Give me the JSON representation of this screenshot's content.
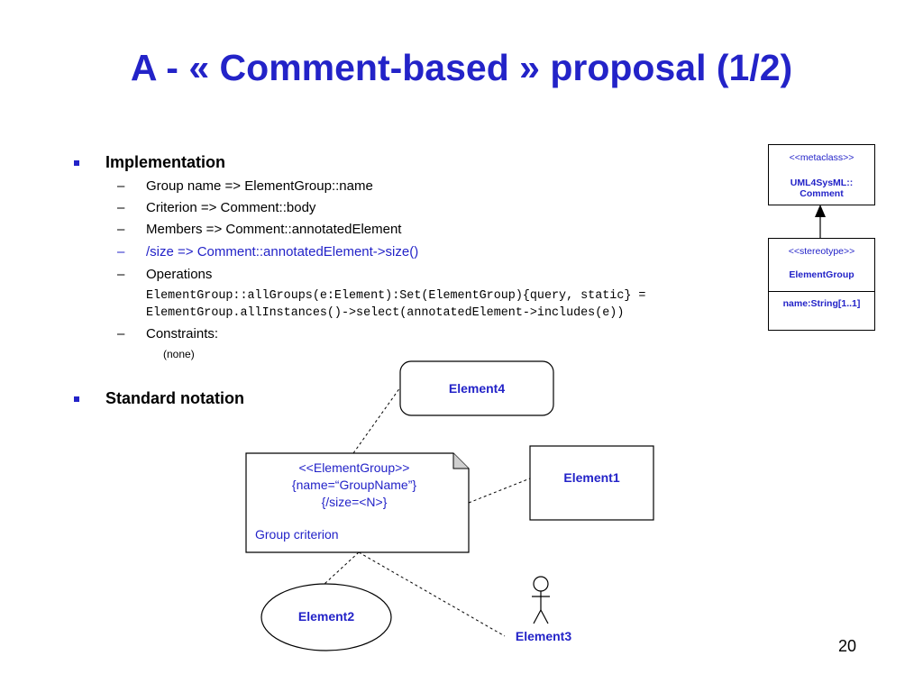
{
  "slide": {
    "title": "A - « Comment-based » proposal (1/2)",
    "page_number": "20"
  },
  "implementation": {
    "heading": "Implementation",
    "items": [
      "Group name => ElementGroup::name",
      "Criterion => Comment::body",
      "Members => Comment::annotatedElement",
      "/size => Comment::annotatedElement->size()",
      "Operations"
    ],
    "operations_code": [
      "ElementGroup::allGroups(e:Element):Set(ElementGroup){query, static} =",
      "ElementGroup.allInstances()->select(annotatedElement->includes(e))"
    ],
    "constraints_label": "Constraints:",
    "constraints_value": "(none)"
  },
  "standard_notation": {
    "heading": "Standard notation"
  },
  "metamodel": {
    "metaclass_stereo": "<<metaclass>>",
    "metaclass_name_line1": "UML4SysML::",
    "metaclass_name_line2": "Comment",
    "stereotype_stereo": "<<stereotype>>",
    "stereotype_name": "ElementGroup",
    "stereotype_attr": "name:String[1..1]"
  },
  "diagram": {
    "note_line1": "<<ElementGroup>>",
    "note_line2": "{name=“GroupName”}",
    "note_line3": "{/size=<N>}",
    "note_criterion": "Group criterion",
    "element1": "Element1",
    "element2": "Element2",
    "element3": "Element3",
    "element4": "Element4"
  },
  "colors": {
    "accent": "#2323c8",
    "text": "#000000",
    "background": "#ffffff"
  }
}
